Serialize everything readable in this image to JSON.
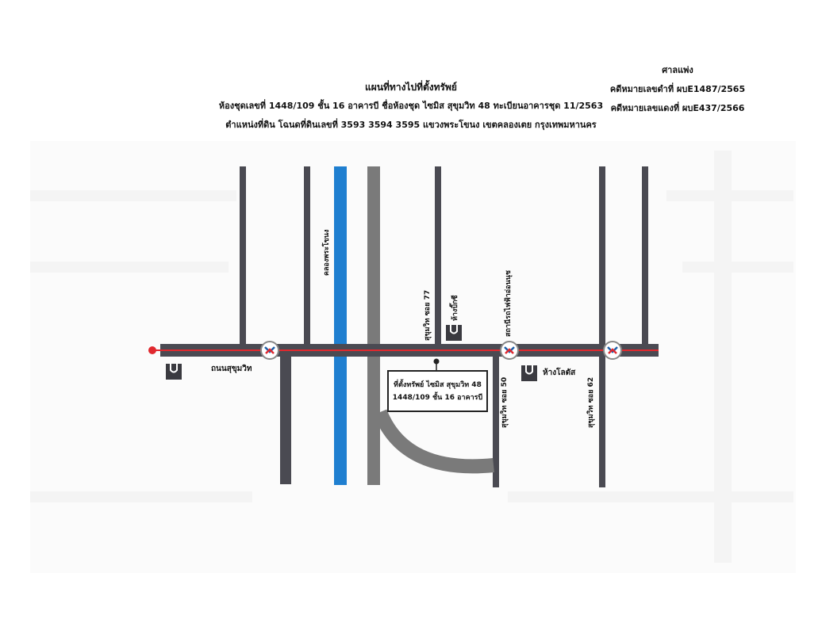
{
  "header": {
    "title": "แผนที่ทางไปที่ตั้งทรัพย์",
    "line2": "ห้องชุดเลขที่ 1448/109 ชั้น 16 อาคารบี ชื่อห้องชุด ไซมิส สุขุมวิท 48 ทะเบียนอาคารชุด 11/2563",
    "line3": "ตำแหน่งที่ดิน โฉนดที่ดินเลขที่ 3593 3594 3595 แขวงพระโขนง เขตคลองเตย กรุงเทพมหานคร"
  },
  "court": {
    "title": "ศาลแพ่ง",
    "case_black": "คดีหมายเลขดำที่ ผบE1487/2565",
    "case_red": "คดีหมายเลขแดงที่ ผบE437/2566"
  },
  "labels": {
    "canal": "คลองพระโขนง",
    "main_road": "ถนนสุขุมวิท",
    "soi77": "สุขุมวิท ซอย 77",
    "big_c": "ห้างบิ๊กซี",
    "bts_onnut": "สถานีรถไฟฟ้าอ่อนนุช",
    "lotus": "ห้างโลตัส",
    "soi50": "สุขุมวิท ซอย 50",
    "soi62": "สุขุมวิท ซอย 62"
  },
  "property_box": {
    "line1": "ที่ตั้งทรัพย์ ไซมิส สุขุมวิท 48",
    "line2": "1448/109 ชั้น 16 อาคารบี"
  },
  "colors": {
    "road": "#4a4a52",
    "canal": "#1f7fd0",
    "highway": "#7a7a7a",
    "bts_line": "#e0282e"
  },
  "icons": [
    "bts-station-icon",
    "shopping-bag-icon",
    "property-pin-icon"
  ]
}
